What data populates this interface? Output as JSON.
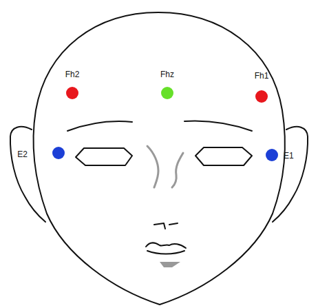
{
  "diagram": {
    "labels": [
      "Fh2",
      "Fhz",
      "Fh1",
      "E2",
      "E1"
    ]
  }
}
